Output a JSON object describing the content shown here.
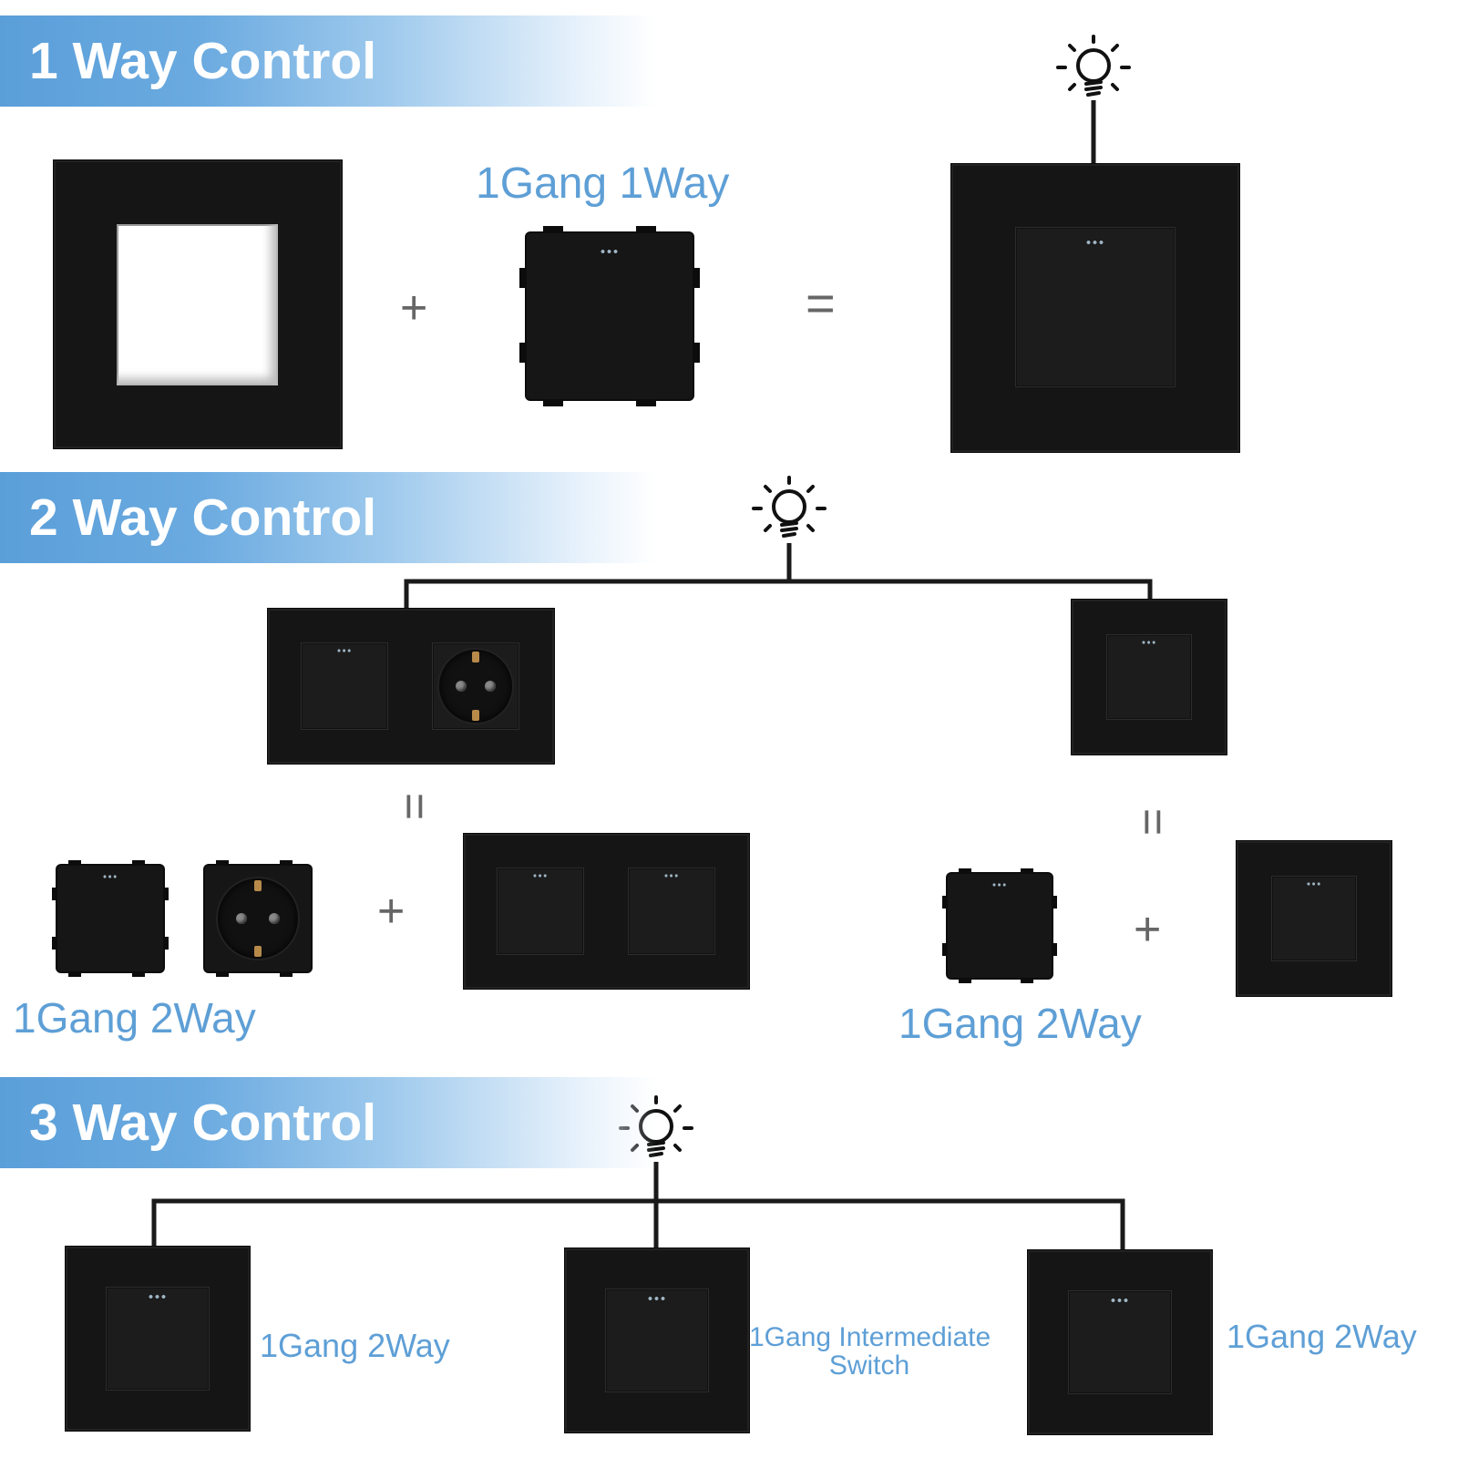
{
  "sections": {
    "one_way": {
      "title": "1 Way Control",
      "module_label": "1Gang 1Way",
      "plus": "+",
      "equals": "="
    },
    "two_way": {
      "title": "2 Way Control",
      "left_equals": "=",
      "right_equals": "=",
      "left_plus": "+",
      "right_plus": "+",
      "left_module_label": "1Gang 2Way",
      "right_module_label": "1Gang 2Way"
    },
    "three_way": {
      "title": "3 Way Control",
      "left_label": "1Gang 2Way",
      "middle_label_line1": "1Gang Intermediate",
      "middle_label_line2": "Switch",
      "right_label": "1Gang 2Way"
    }
  },
  "colors": {
    "banner": "#5b9fd9",
    "label": "#5e9fd6",
    "device": "#151515",
    "wire": "#1a1a1a"
  },
  "icons": [
    "light-bulb-icon",
    "light-bulb-icon",
    "light-bulb-icon"
  ]
}
